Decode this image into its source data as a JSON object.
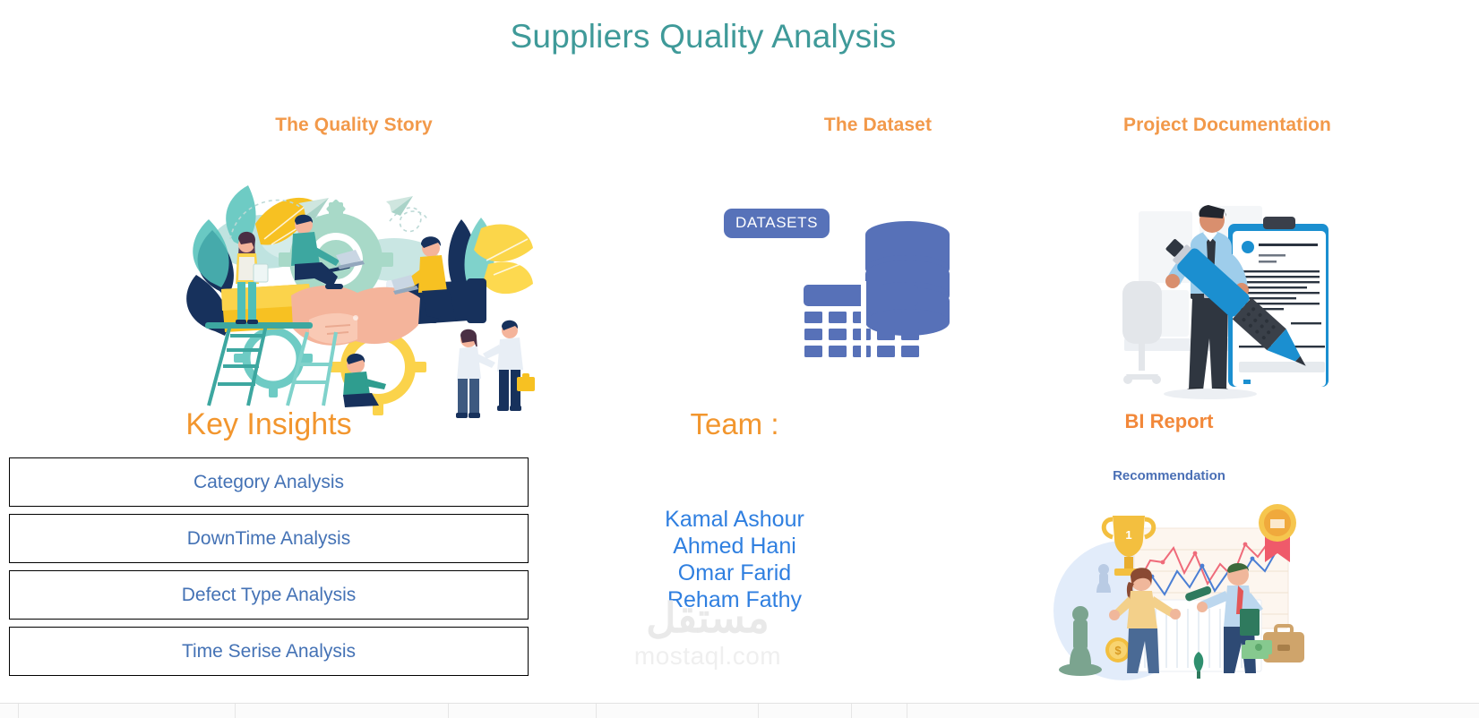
{
  "page": {
    "title": "Suppliers Quality Analysis",
    "title_color": "#3f9a99",
    "accent_orange": "#f2994a",
    "accent_blue": "#4472b5",
    "background": "#ffffff"
  },
  "columns": {
    "story_heading": "The Quality Story",
    "dataset_heading": "The Dataset",
    "docs_heading": "Project Documentation"
  },
  "key_insights": {
    "title": "Key Insights",
    "buttons": [
      {
        "label": "Category Analysis"
      },
      {
        "label": "DownTime Analysis"
      },
      {
        "label": "Defect Type Analysis"
      },
      {
        "label": "Time Serise Analysis"
      }
    ]
  },
  "dataset": {
    "badge_label": "DATASETS",
    "badge_bg": "#5772b9",
    "icon_color": "#5771b8",
    "icon_name": "database-table-icon"
  },
  "team": {
    "title": "Team :",
    "members": [
      {
        "name": "Kamal Ashour"
      },
      {
        "name": "Ahmed Hani"
      },
      {
        "name": "Omar Farid"
      },
      {
        "name": "Reham Fathy"
      }
    ]
  },
  "documentation": {
    "bi_report_title": "BI Report",
    "recommendation_title": "Recommendation"
  },
  "watermark": {
    "arabic": "مستقل",
    "latin": "mostaql.com"
  },
  "illustrations": {
    "quality_story": "business-teamwork-handshake-gears-illustration",
    "documentation": "businessman-writing-clipboard-pen-illustration",
    "recommendation": "business-recommendation-trophy-chart-illustration"
  }
}
